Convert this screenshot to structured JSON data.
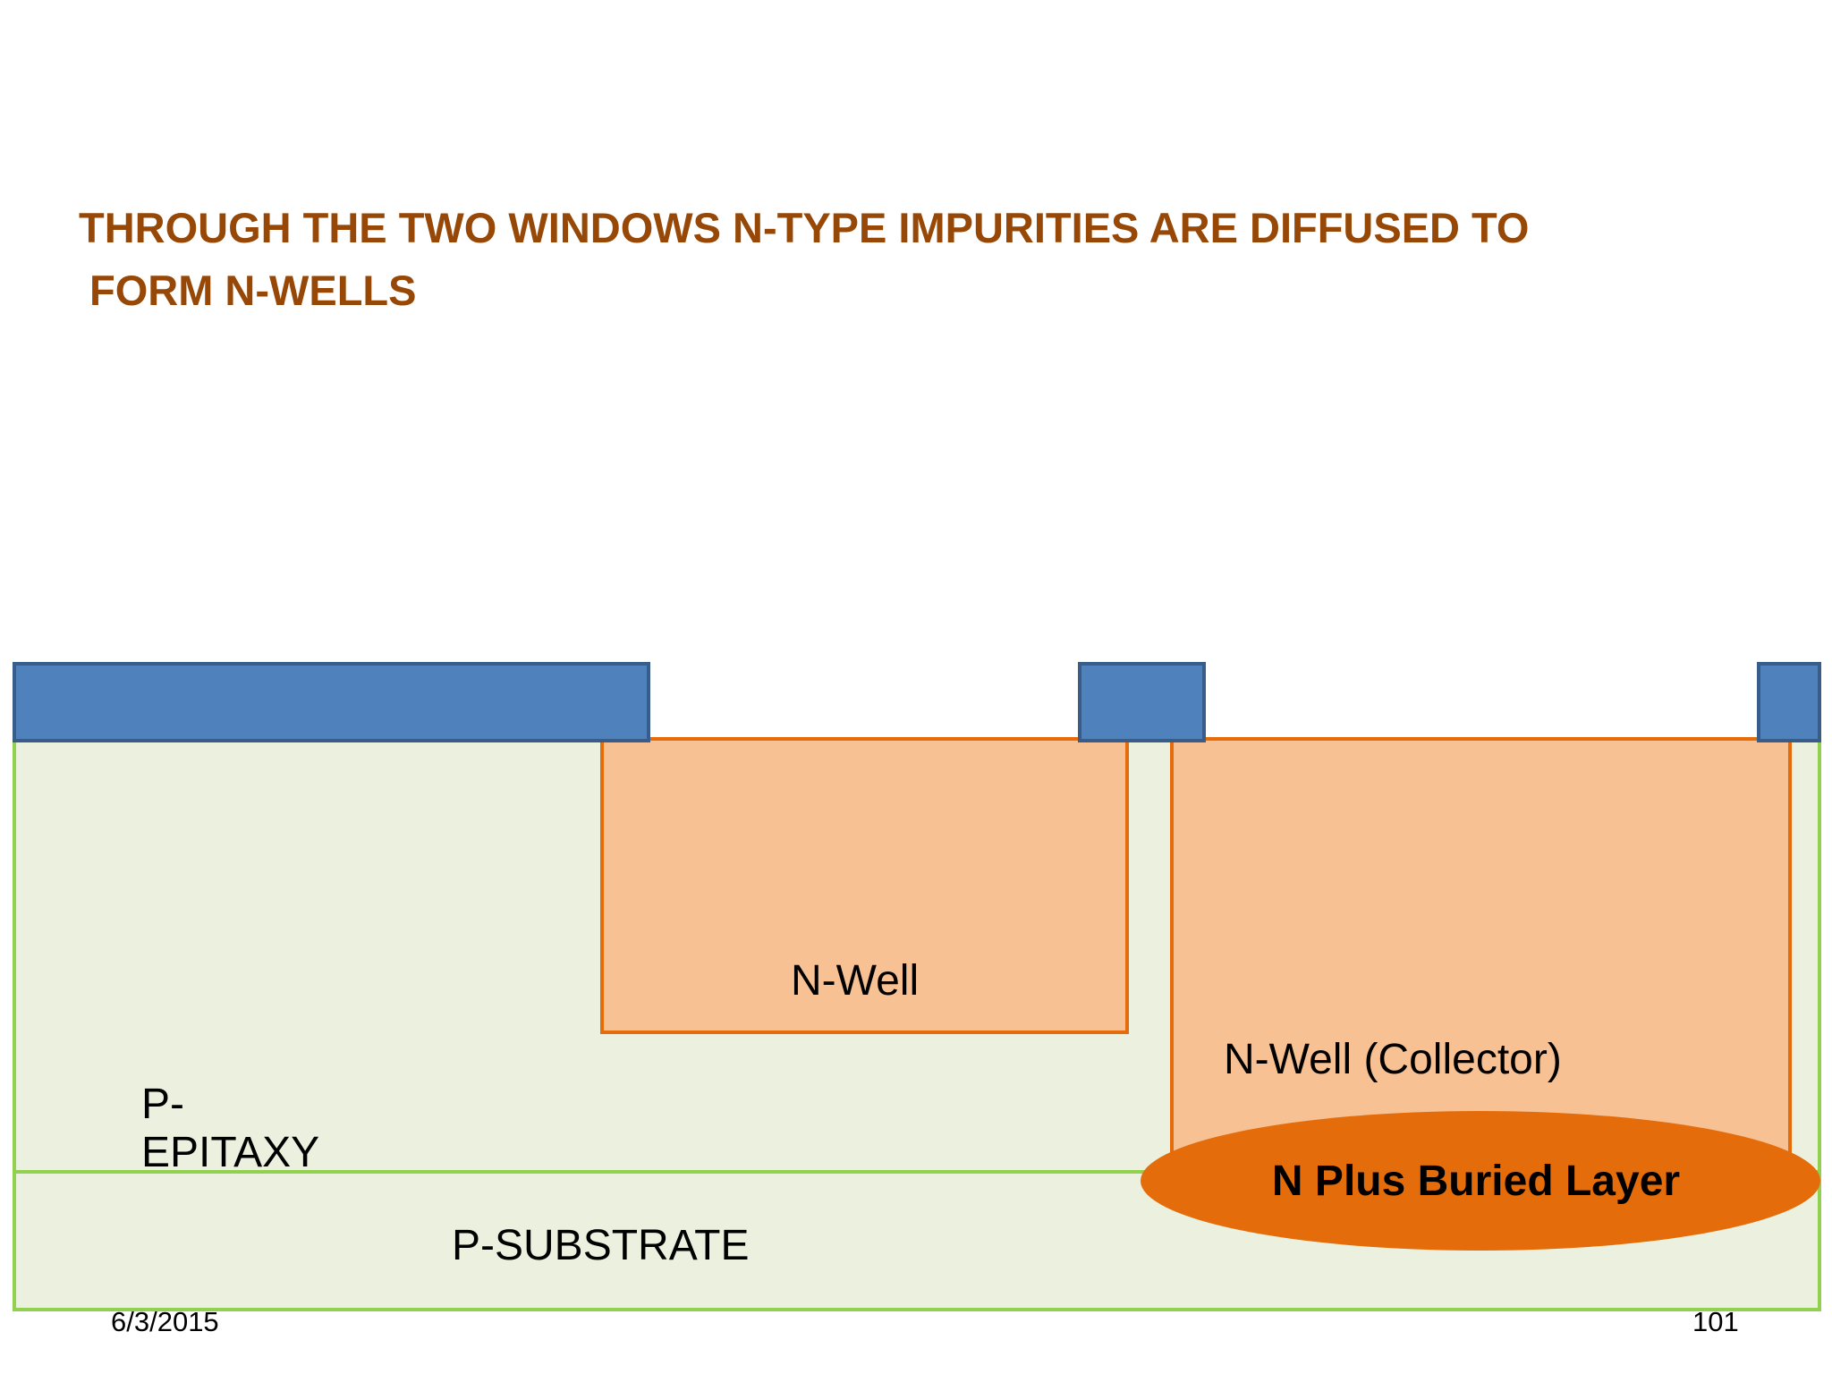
{
  "slide": {
    "title_line1": "THROUGH THE TWO WINDOWS N-TYPE IMPURITIES ARE DIFFUSED TO",
    "title_line2": "FORM N-WELLS",
    "date": "6/3/2015",
    "page_number": "101"
  },
  "diagram": {
    "labels": {
      "n_well": "N-Well",
      "n_well_collector": "N-Well (Collector)",
      "p_epitaxy_line1": "P-",
      "p_epitaxy_line2": "EPITAXY",
      "p_substrate": "P-SUBSTRATE",
      "buried_layer": "N Plus Buried Layer"
    },
    "colors": {
      "title": "#974806",
      "oxide_mask": "#4F81BD",
      "oxide_mask_border": "#385D8A",
      "n_well_fill": "#F8C193",
      "n_well_border": "#E46C0A",
      "buried_layer": "#E46C0A",
      "epitaxy_fill": "#EBF1DE",
      "epitaxy_border": "#92D050"
    }
  }
}
